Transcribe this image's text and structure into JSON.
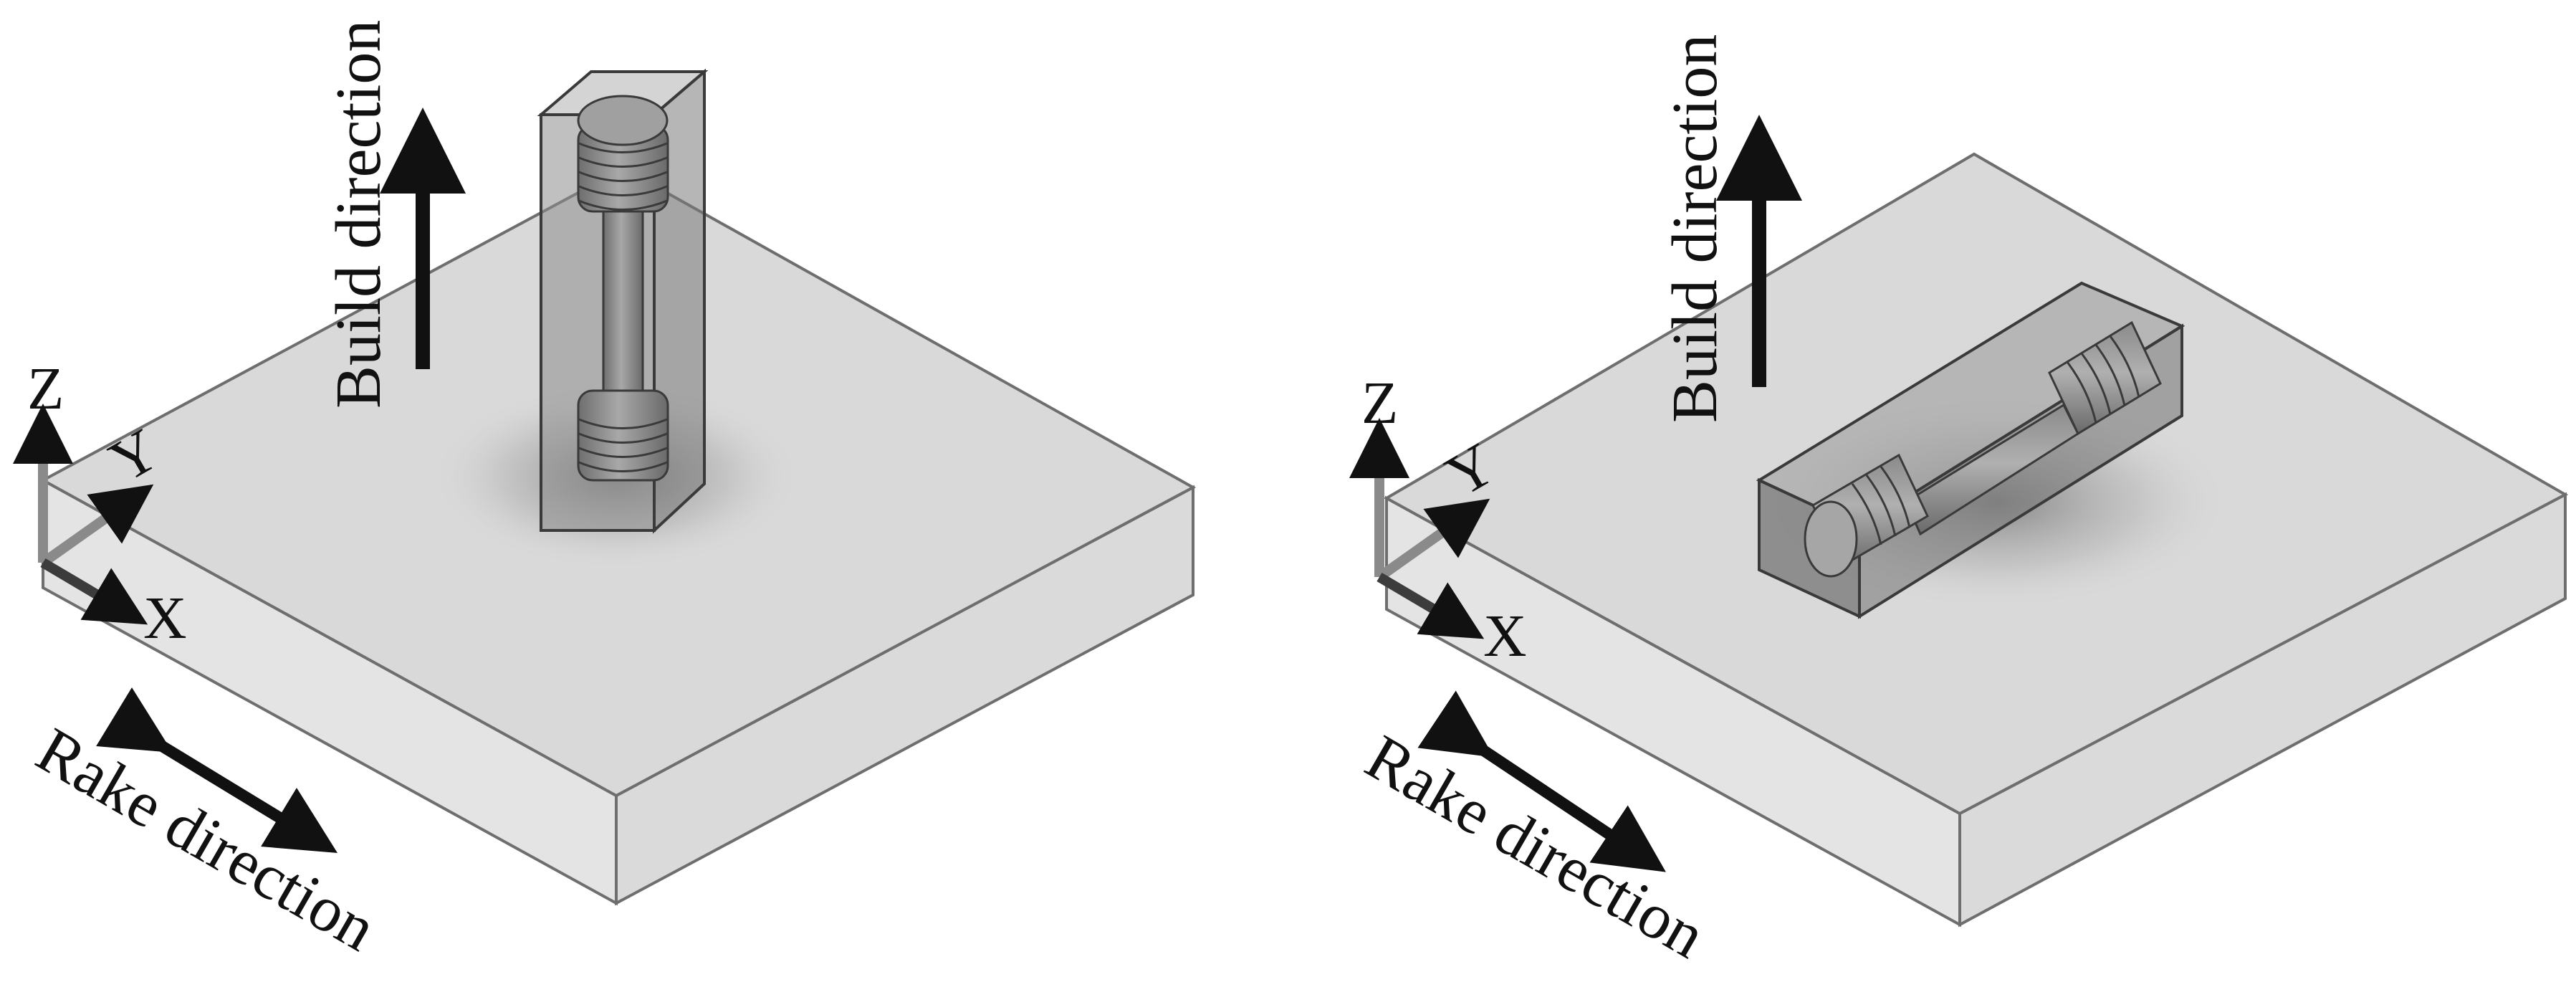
{
  "panels": [
    {
      "id": "vertical",
      "build_direction_label": "Build direction",
      "rake_direction_label": "Rake direction",
      "axes": {
        "x": "X",
        "y": "Y",
        "z": "Z"
      }
    },
    {
      "id": "horizontal",
      "build_direction_label": "Build direction",
      "rake_direction_label": "Rake direction",
      "axes": {
        "x": "X",
        "y": "Y",
        "z": "Z"
      }
    }
  ],
  "colors": {
    "plate_top": "#d9d9d9",
    "plate_side": "#e2e2e2",
    "plate_edge": "#6e6e6e",
    "specimen_box": "#7a7a7a",
    "specimen_dark": "#5a5a5a",
    "arrow": "#111111",
    "axis_gray": "#8a8a8a",
    "axis_dark": "#3c3c3c"
  },
  "icons": [
    "build-direction-arrow",
    "rake-direction-arrow",
    "xyz-axis-triad"
  ]
}
